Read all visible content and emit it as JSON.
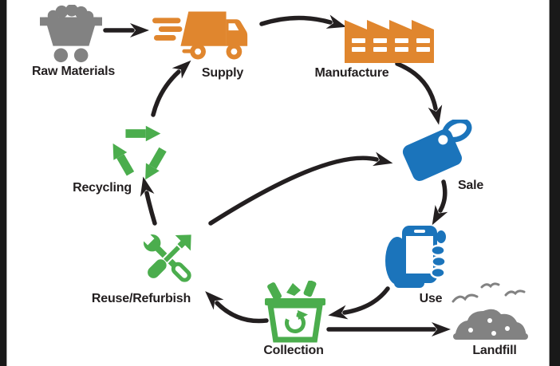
{
  "diagram": {
    "type": "cycle-flow-diagram",
    "nodes": [
      {
        "id": "raw-materials",
        "label": "Raw Materials",
        "icon": "mine-cart-icon",
        "color": "#828282"
      },
      {
        "id": "supply",
        "label": "Supply",
        "icon": "delivery-truck-icon",
        "color": "#E0862E"
      },
      {
        "id": "manufacture",
        "label": "Manufacture",
        "icon": "factory-icon",
        "color": "#E0862E"
      },
      {
        "id": "sale",
        "label": "Sale",
        "icon": "price-tag-icon",
        "color": "#1B74BB"
      },
      {
        "id": "use",
        "label": "Use",
        "icon": "hand-holding-phone-icon",
        "color": "#1B74BB"
      },
      {
        "id": "collection",
        "label": "Collection",
        "icon": "recycle-bin-icon",
        "color": "#4BAD4D"
      },
      {
        "id": "landfill",
        "label": "Landfill",
        "icon": "trash-mound-birds-icon",
        "color": "#828282"
      },
      {
        "id": "reuse-refurbish",
        "label": "Reuse/Refurbish",
        "icon": "crossed-tools-icon",
        "color": "#4BAD4D"
      },
      {
        "id": "recycling",
        "label": "Recycling",
        "icon": "recycle-symbol-icon",
        "color": "#4BAD4D"
      }
    ],
    "edges": [
      {
        "from": "Raw Materials",
        "to": "Supply"
      },
      {
        "from": "Supply",
        "to": "Manufacture"
      },
      {
        "from": "Manufacture",
        "to": "Sale"
      },
      {
        "from": "Sale",
        "to": "Use"
      },
      {
        "from": "Use",
        "to": "Collection"
      },
      {
        "from": "Collection",
        "to": "Landfill"
      },
      {
        "from": "Collection",
        "to": "Reuse/Refurbish"
      },
      {
        "from": "Reuse/Refurbish",
        "to": "Recycling"
      },
      {
        "from": "Reuse/Refurbish",
        "to": "Sale"
      },
      {
        "from": "Recycling",
        "to": "Supply"
      }
    ],
    "colors": {
      "orange": "#E0862E",
      "green": "#4BAD4D",
      "blue": "#1B74BB",
      "gray": "#828282",
      "arrow": "#231F20",
      "background": "#FFFFFF",
      "letterbox": "#191919"
    }
  }
}
